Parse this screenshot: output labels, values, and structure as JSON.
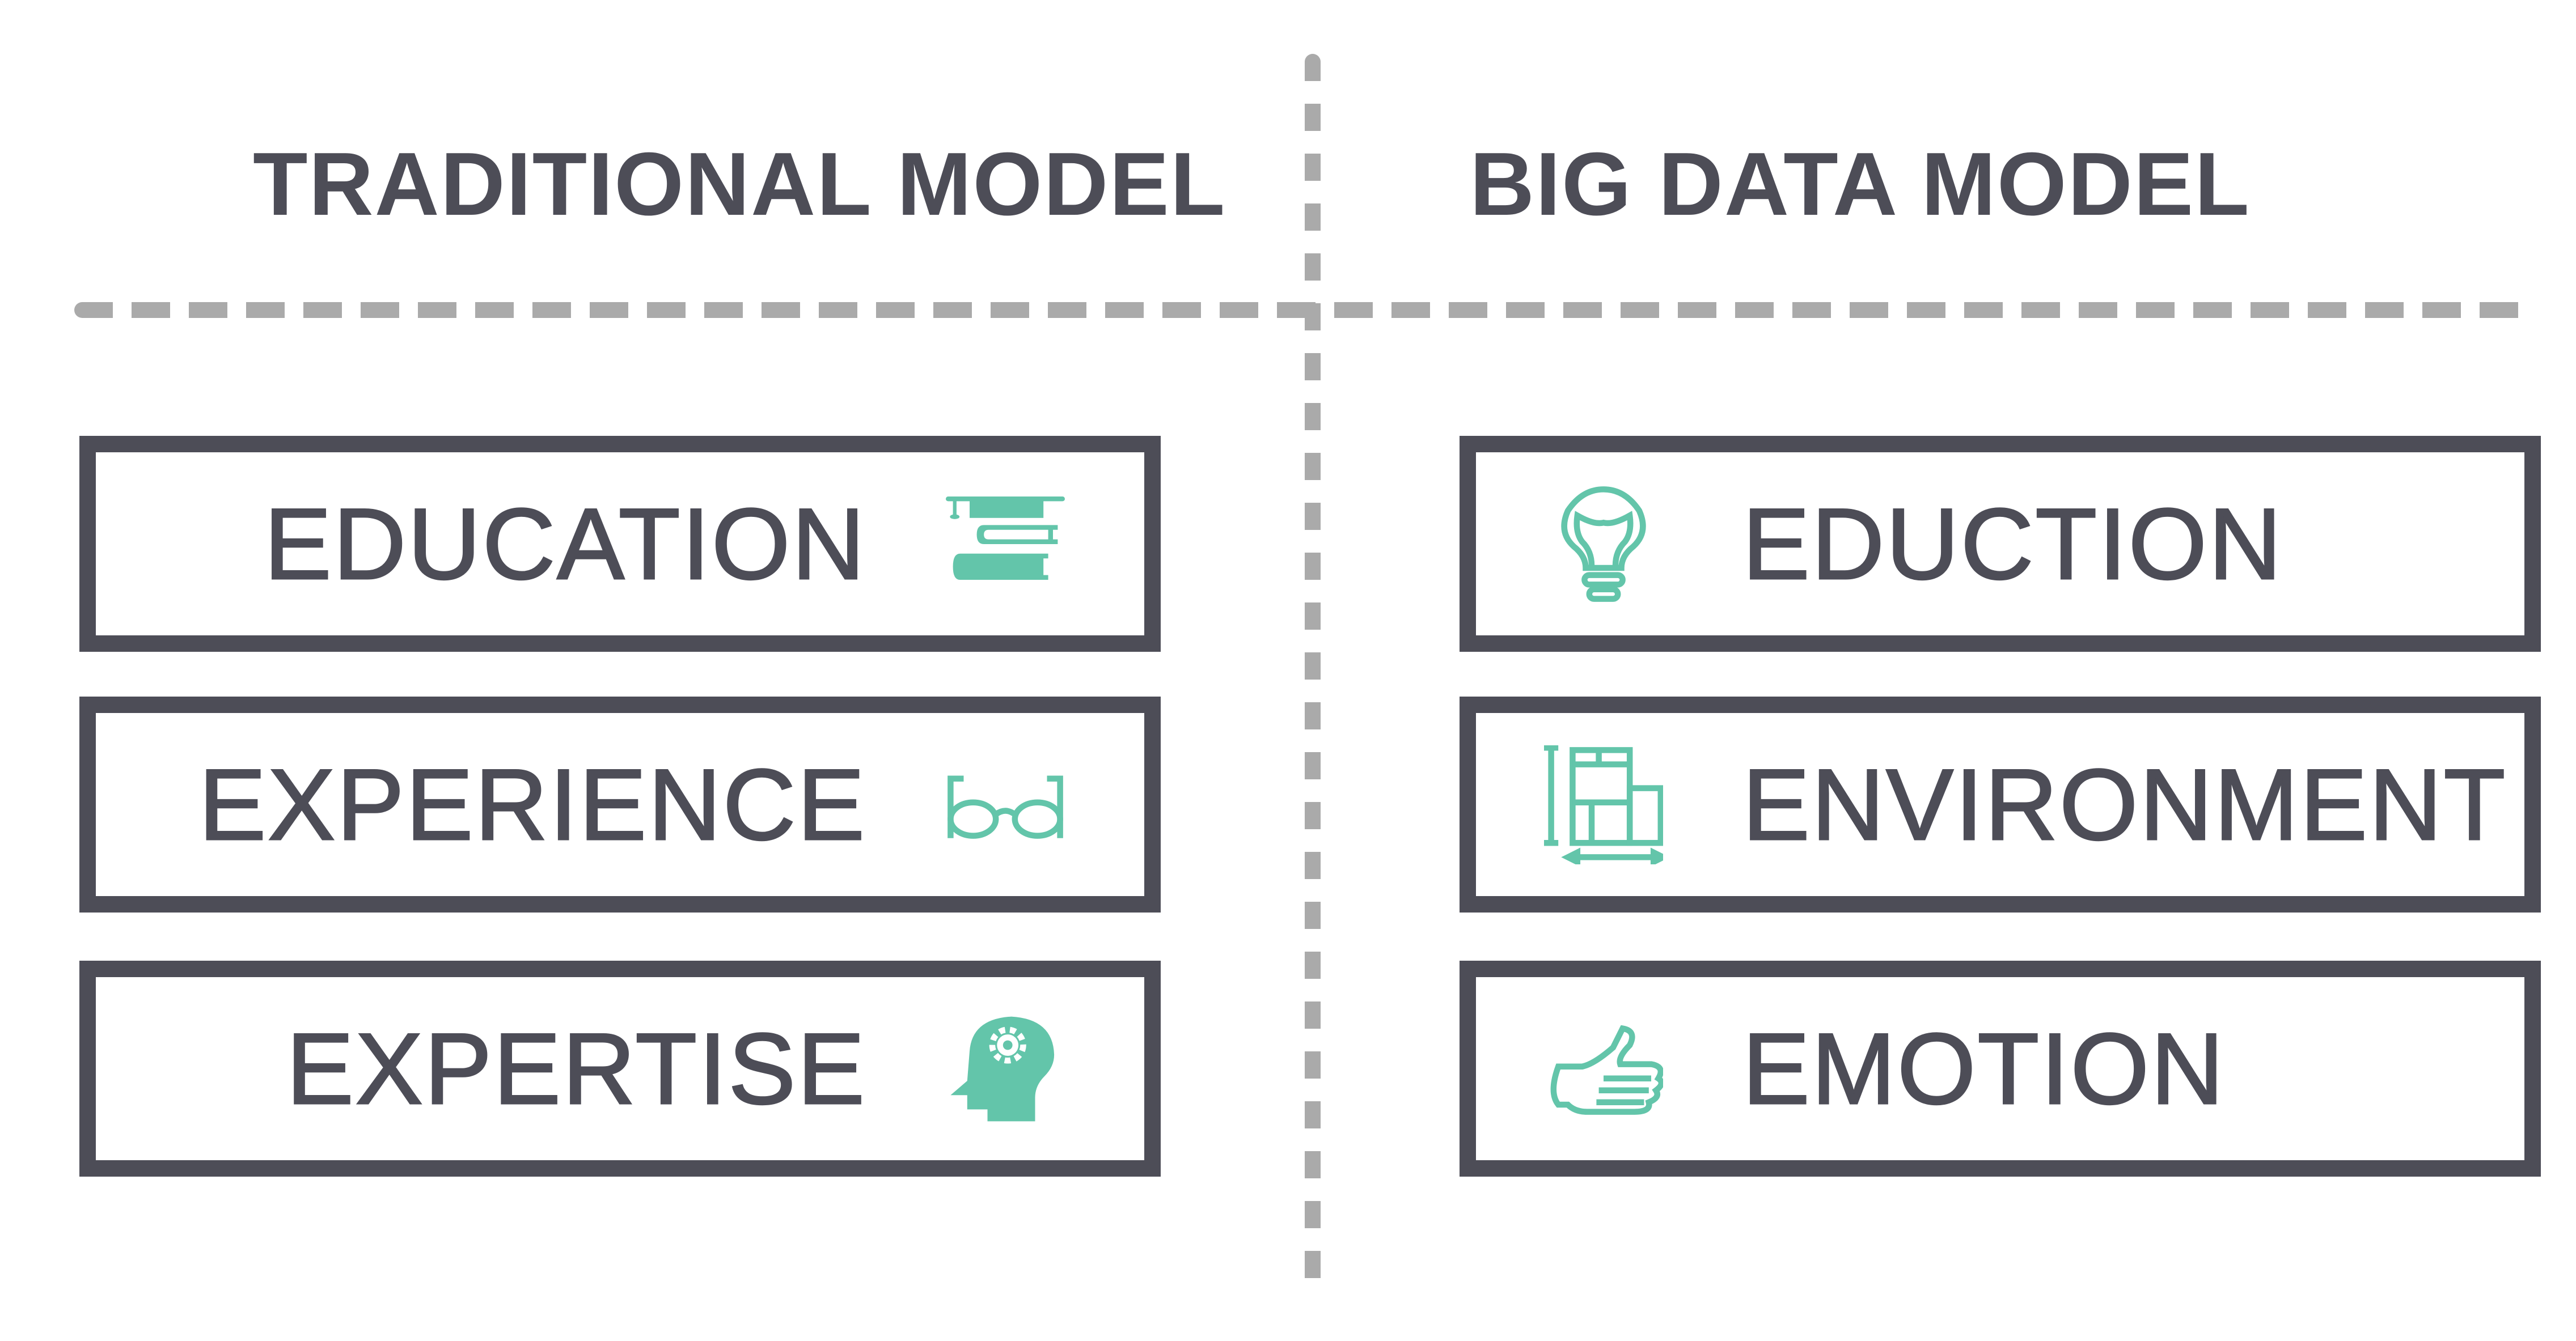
{
  "left_column": {
    "title": "TRADITIONAL MODEL",
    "items": [
      {
        "label": "EDUCATION",
        "icon": "books-graduation-cap-icon"
      },
      {
        "label": "EXPERIENCE",
        "icon": "glasses-icon"
      },
      {
        "label": "EXPERTISE",
        "icon": "head-gear-icon"
      }
    ]
  },
  "right_column": {
    "title": "BIG DATA MODEL",
    "items": [
      {
        "label": "EDUCTION",
        "icon": "lightbulb-icon"
      },
      {
        "label": "ENVIRONMENT",
        "icon": "floorplan-icon"
      },
      {
        "label": "EMOTION",
        "icon": "thumbs-up-icon"
      }
    ]
  },
  "colors": {
    "text": "#4d4d57",
    "accent": "#63c5aa",
    "divider": "#aaaaaa"
  }
}
